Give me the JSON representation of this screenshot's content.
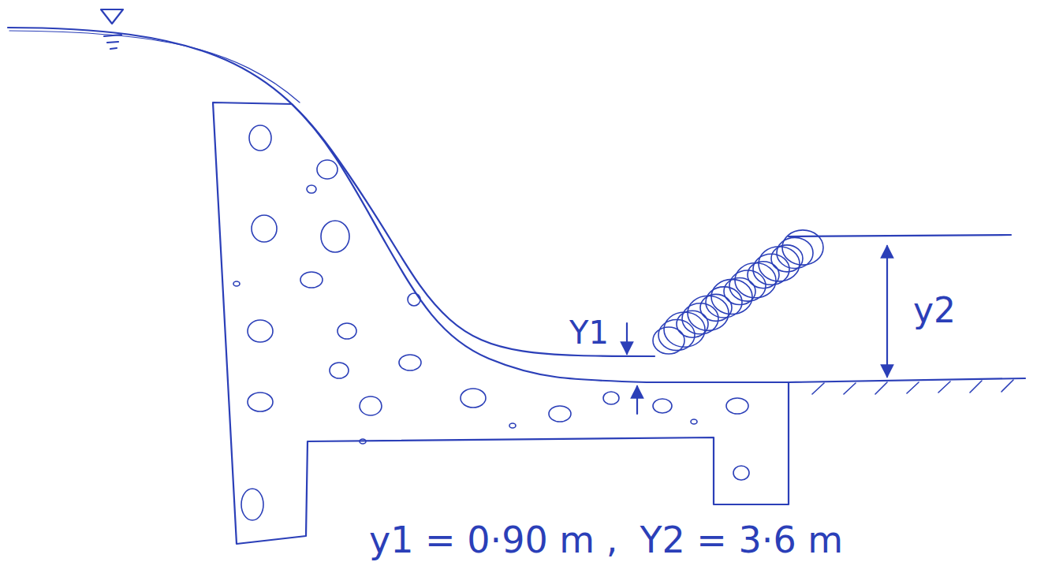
{
  "diagram": {
    "labels": [
      "Y1",
      "y2",
      "y1 = 0·90 m ,",
      "Y2 = 3·6 m"
    ]
  }
}
